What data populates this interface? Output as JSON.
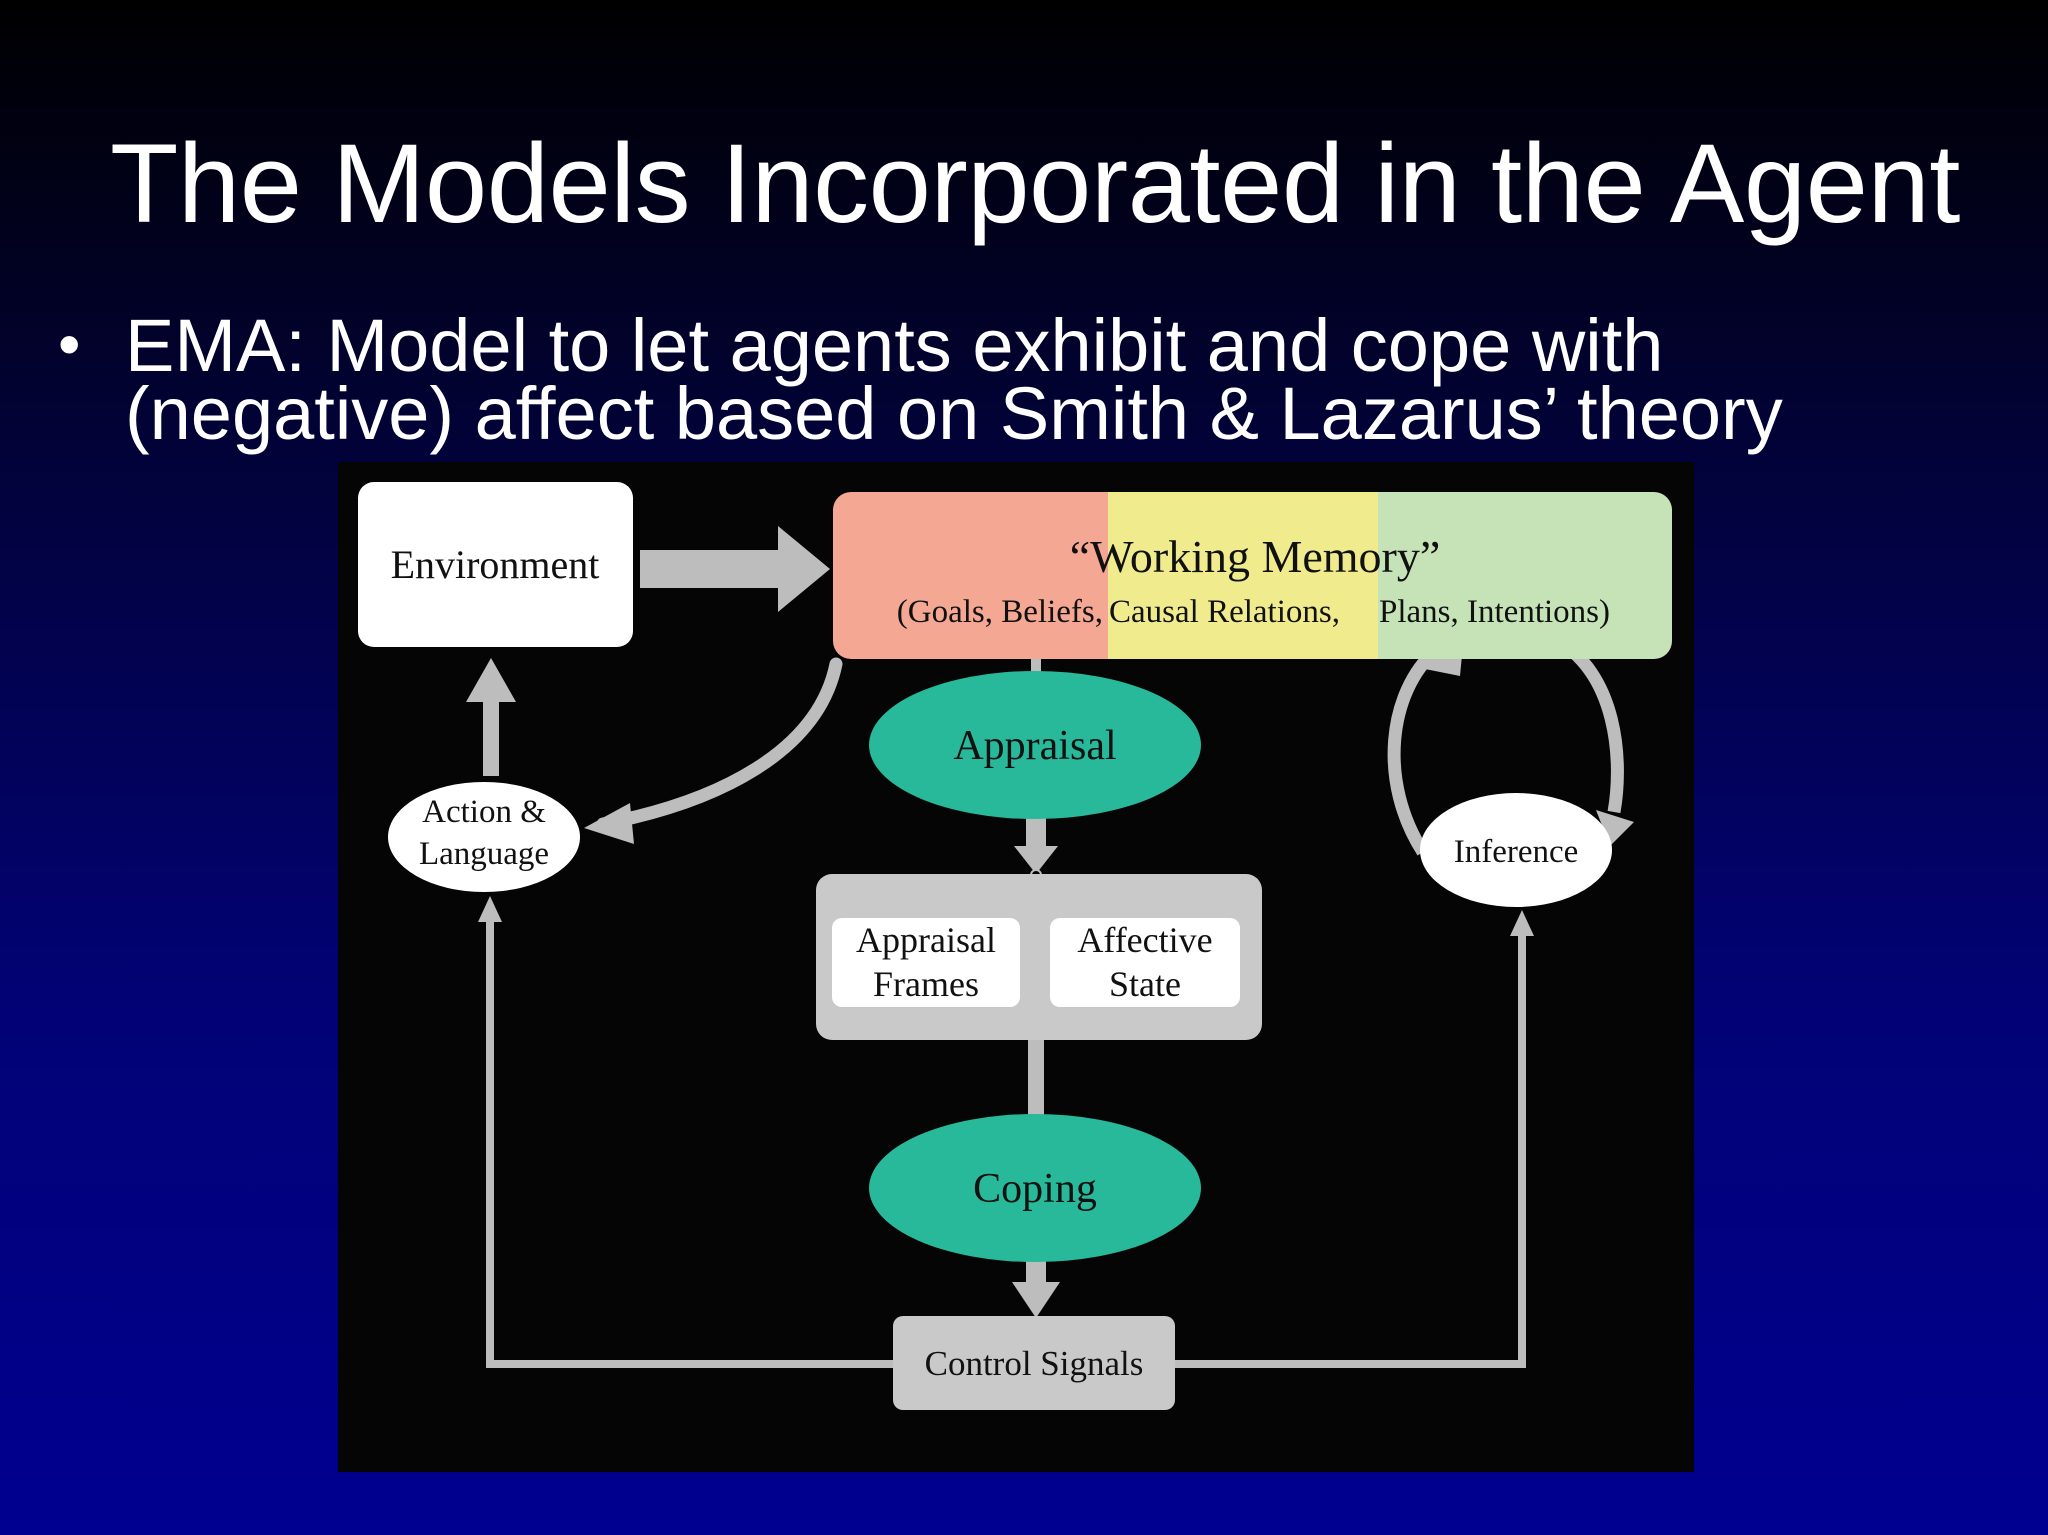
{
  "slide": {
    "title": "The Models Incorporated in the Agent",
    "bullet_marker": "•",
    "bullet_line_1": "EMA: Model to let agents exhibit and cope with",
    "bullet_line_2": "(negative) affect based on Smith & Lazarus’ theory"
  },
  "diagram": {
    "environment": "Environment",
    "working_memory_title": "“Working Memory”",
    "working_memory_items": {
      "part1": "(Goals, Beliefs,",
      "part2": "Causal Relations,",
      "part3": "Plans, Intentions)"
    },
    "appraisal": "Appraisal",
    "action_line_1": "Action &",
    "action_line_2": "Language",
    "inference": "Inference",
    "appraisal_frames_line_1": "Appraisal",
    "appraisal_frames_line_2": "Frames",
    "affective_state_line_1": "Affective",
    "affective_state_line_2": "State",
    "coping": "Coping",
    "control_signals": "Control Signals",
    "colors": {
      "working_memory_red": "#f4a793",
      "working_memory_yellow": "#f0ec8e",
      "working_memory_green": "#c6e3b8",
      "ellipse_teal": "#27b99a",
      "gray_block": "#c9c9c9",
      "arrow_gray": "#bdbdbd"
    }
  }
}
